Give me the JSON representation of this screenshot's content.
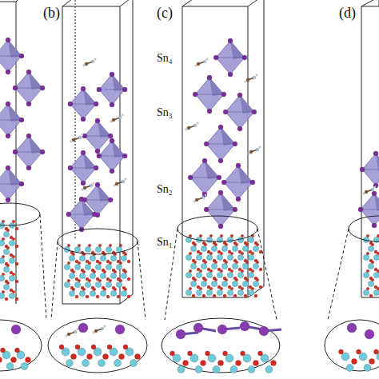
{
  "diagram": {
    "labels": [
      "(b)",
      "(c)",
      "(d)",
      "Sn₄",
      "Sn₃",
      "Sn₂",
      "Sn₁"
    ]
  }
}
